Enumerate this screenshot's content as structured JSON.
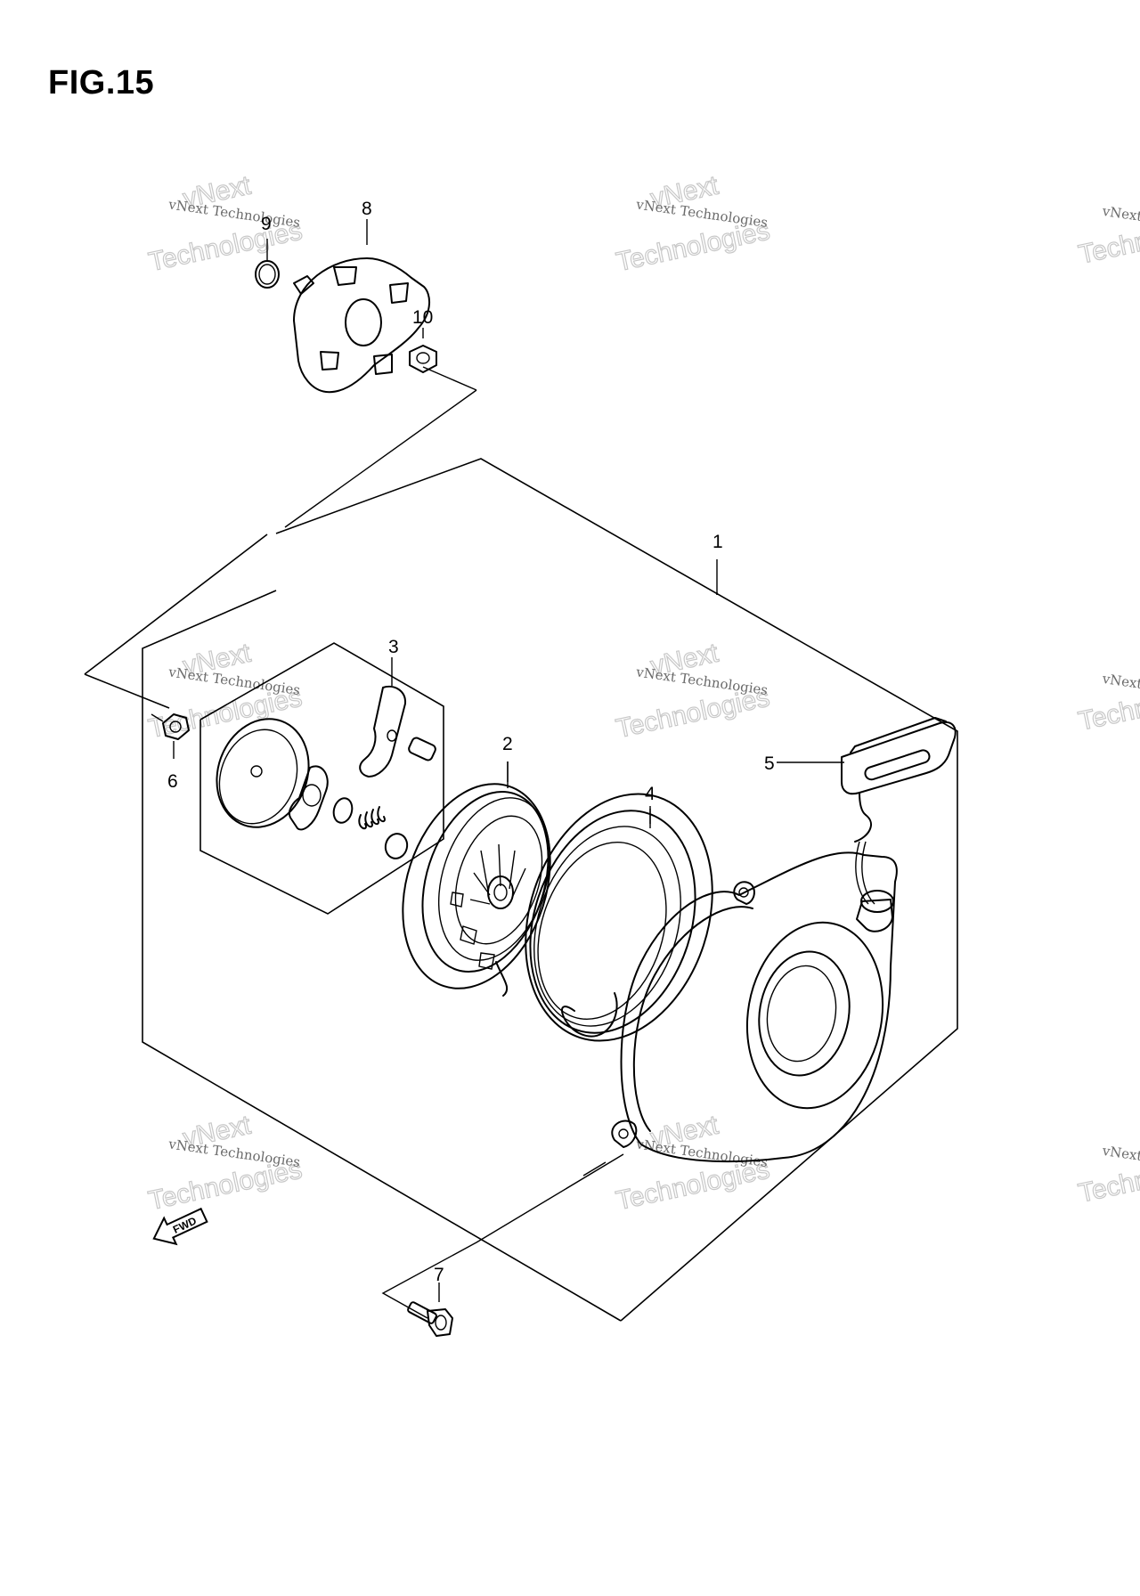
{
  "figure": {
    "title": "FIG.15"
  },
  "watermark": {
    "line1": "vNext Technologies",
    "line2": "vNext",
    "line3": "Technologies"
  },
  "callouts": {
    "c1": "1",
    "c2": "2",
    "c3": "3",
    "c4": "4",
    "c5": "5",
    "c6": "6",
    "c7": "7",
    "c8": "8",
    "c9": "9",
    "c10": "10"
  },
  "direction_arrow": {
    "label": "FWD"
  }
}
